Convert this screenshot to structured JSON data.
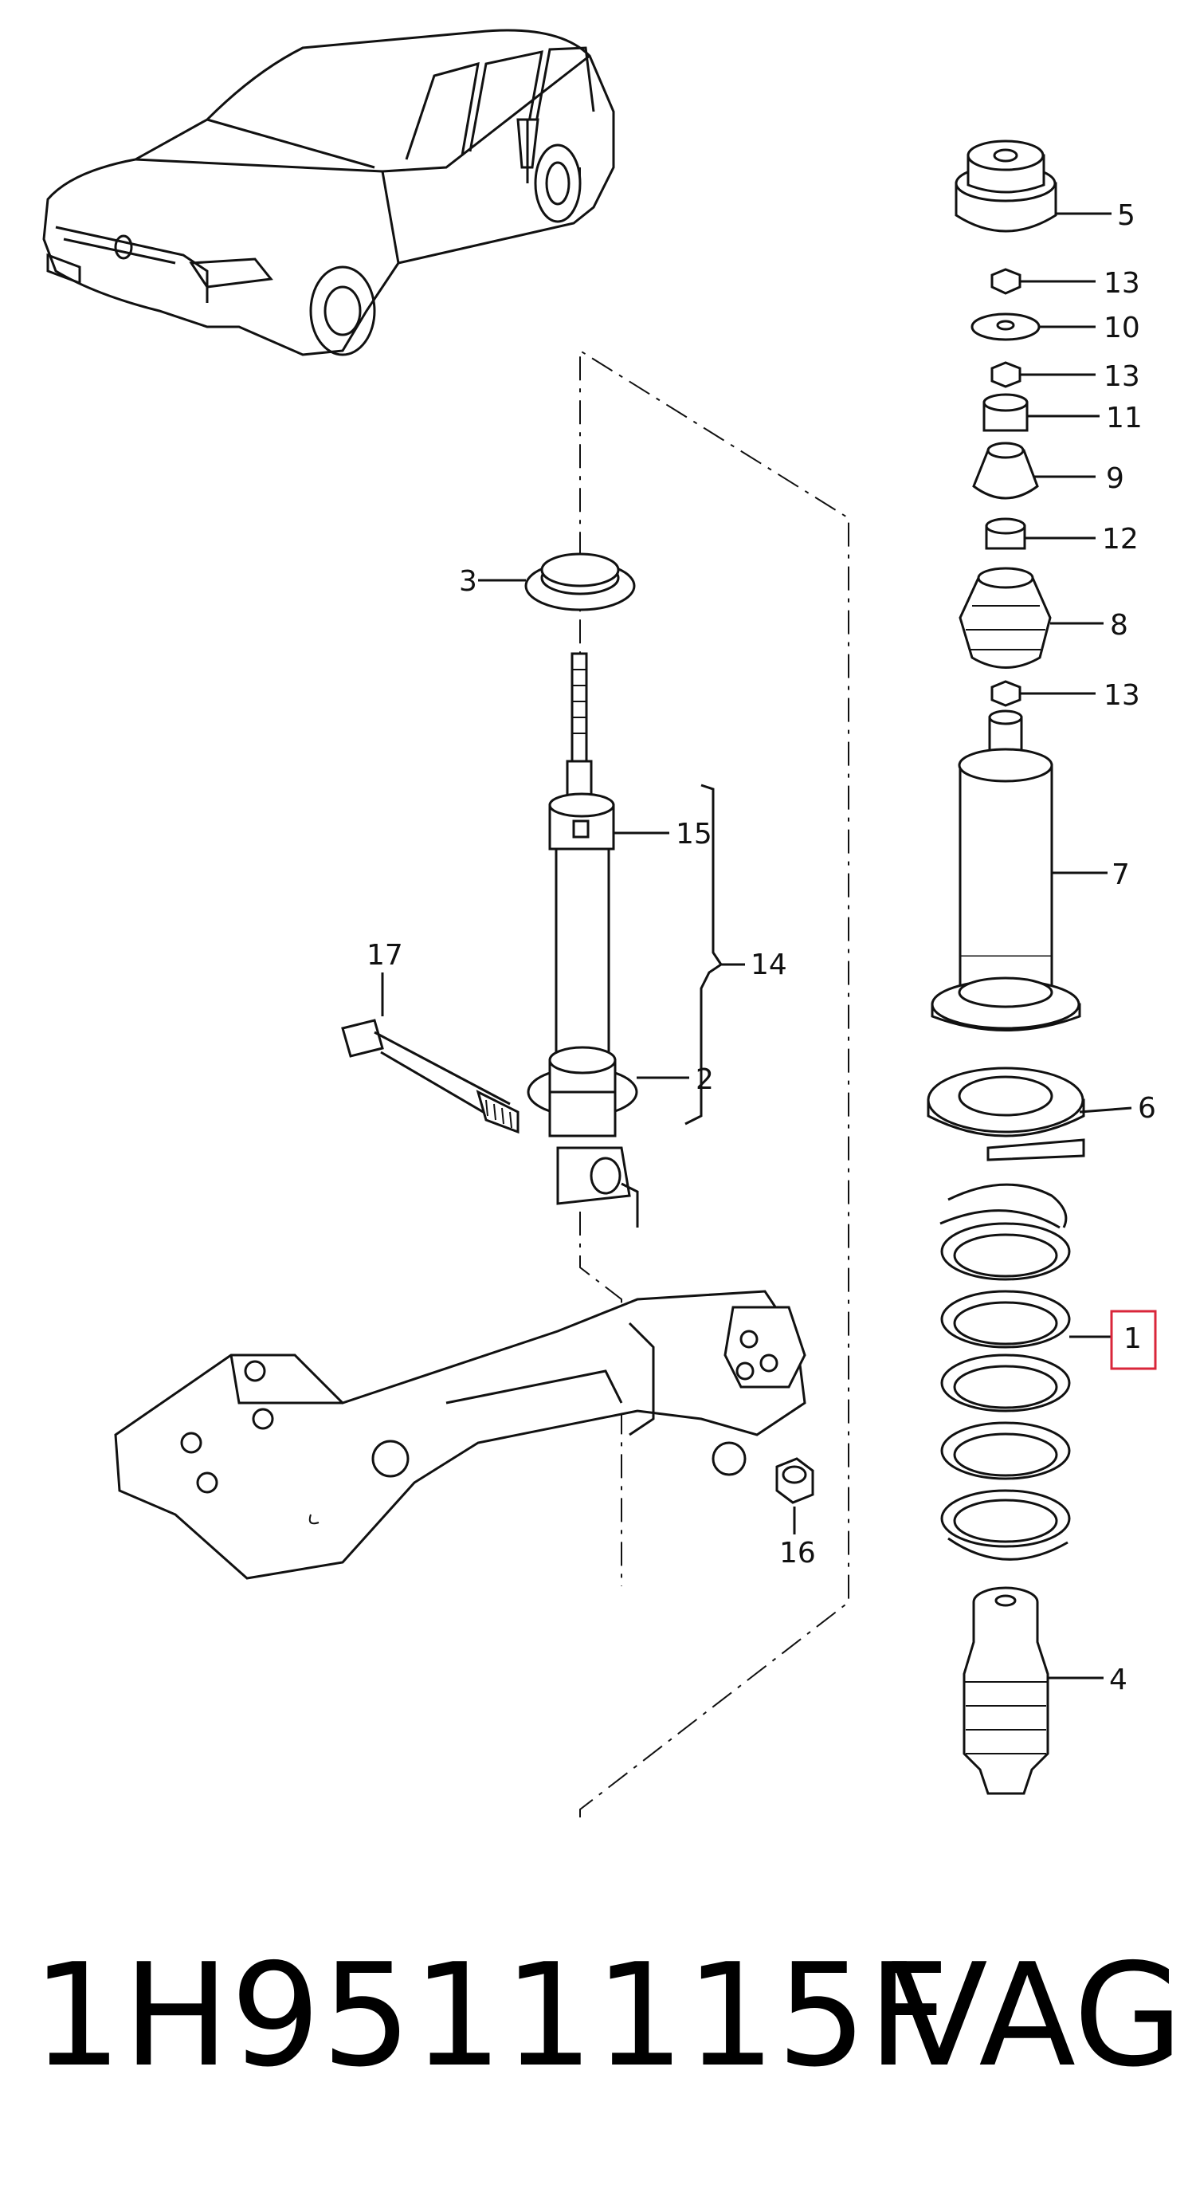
{
  "callouts": [
    {
      "id": "5",
      "text": "5"
    },
    {
      "id": "13a",
      "text": "13"
    },
    {
      "id": "10",
      "text": "10"
    },
    {
      "id": "13b",
      "text": "13"
    },
    {
      "id": "11",
      "text": "11"
    },
    {
      "id": "9",
      "text": "9"
    },
    {
      "id": "12",
      "text": "12"
    },
    {
      "id": "8",
      "text": "8"
    },
    {
      "id": "13c",
      "text": "13"
    },
    {
      "id": "7",
      "text": "7"
    },
    {
      "id": "6",
      "text": "6"
    },
    {
      "id": "1",
      "text": "1"
    },
    {
      "id": "4",
      "text": "4"
    },
    {
      "id": "3",
      "text": "3"
    },
    {
      "id": "15",
      "text": "15"
    },
    {
      "id": "14",
      "text": "14"
    },
    {
      "id": "17",
      "text": "17"
    },
    {
      "id": "2",
      "text": "2"
    },
    {
      "id": "16",
      "text": "16"
    }
  ],
  "highlight": {
    "callout": "1",
    "color": "#d9263a"
  },
  "footer": {
    "part_number": "1H9511115F",
    "brand": "VAG"
  }
}
